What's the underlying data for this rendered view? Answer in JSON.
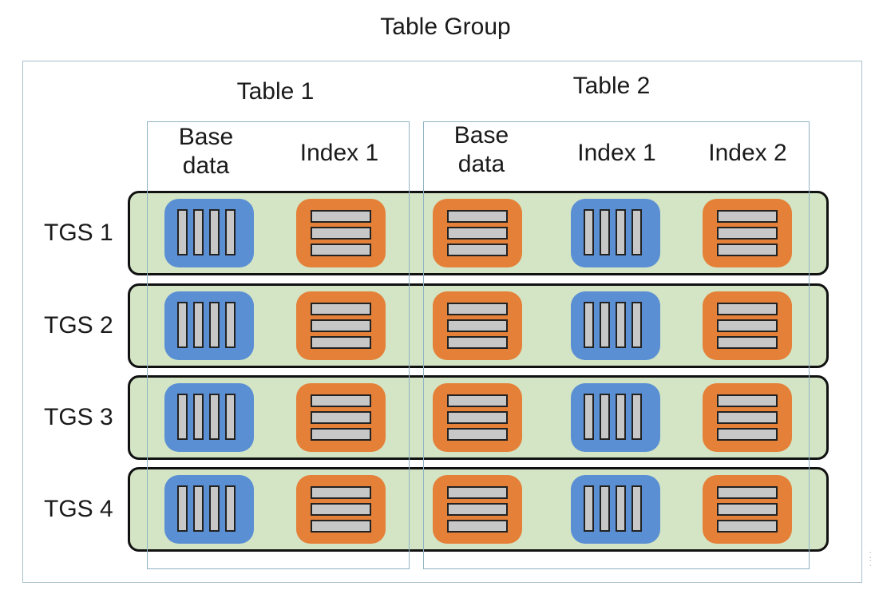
{
  "title": "Table Group",
  "tables": [
    {
      "label": "Table 1",
      "columns": [
        "Base\ndata",
        "Index 1"
      ]
    },
    {
      "label": "Table 2",
      "columns": [
        "Base\ndata",
        "Index 1",
        "Index 2"
      ]
    }
  ],
  "column_storage": [
    "column",
    "row",
    "row",
    "column",
    "row"
  ],
  "tgs_rows": [
    {
      "label": "TGS 1"
    },
    {
      "label": "TGS 2"
    },
    {
      "label": "TGS 3"
    },
    {
      "label": "TGS 4"
    }
  ],
  "colors": {
    "column_store": "#5b8fd4",
    "row_store": "#e58038",
    "tgs_band": "#d3e5c5",
    "shard": "#c7c7c7"
  }
}
